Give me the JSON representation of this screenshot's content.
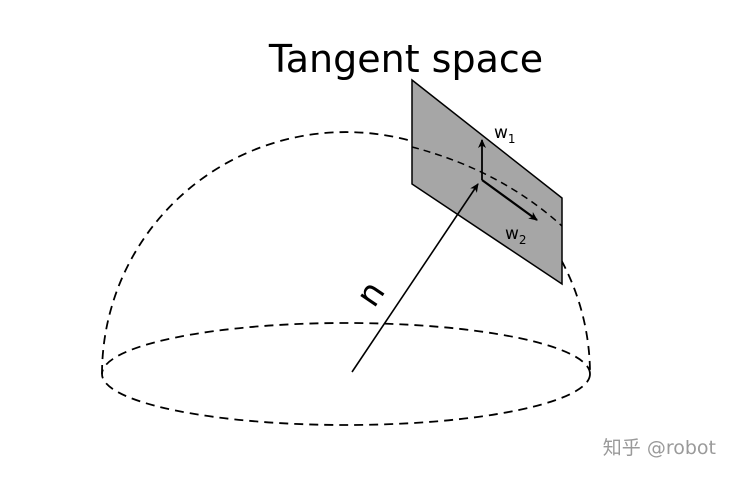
{
  "title": "Tangent space",
  "labels": {
    "w1": "w",
    "w1_subscript": "1",
    "w2": "w",
    "w2_subscript": "2",
    "normal": "n"
  },
  "watermark": "知乎 @robot",
  "colors": {
    "stroke": "#000000",
    "plane_fill": "#a6a6a6",
    "background": "#ffffff",
    "watermark": "#9a9a9a"
  }
}
